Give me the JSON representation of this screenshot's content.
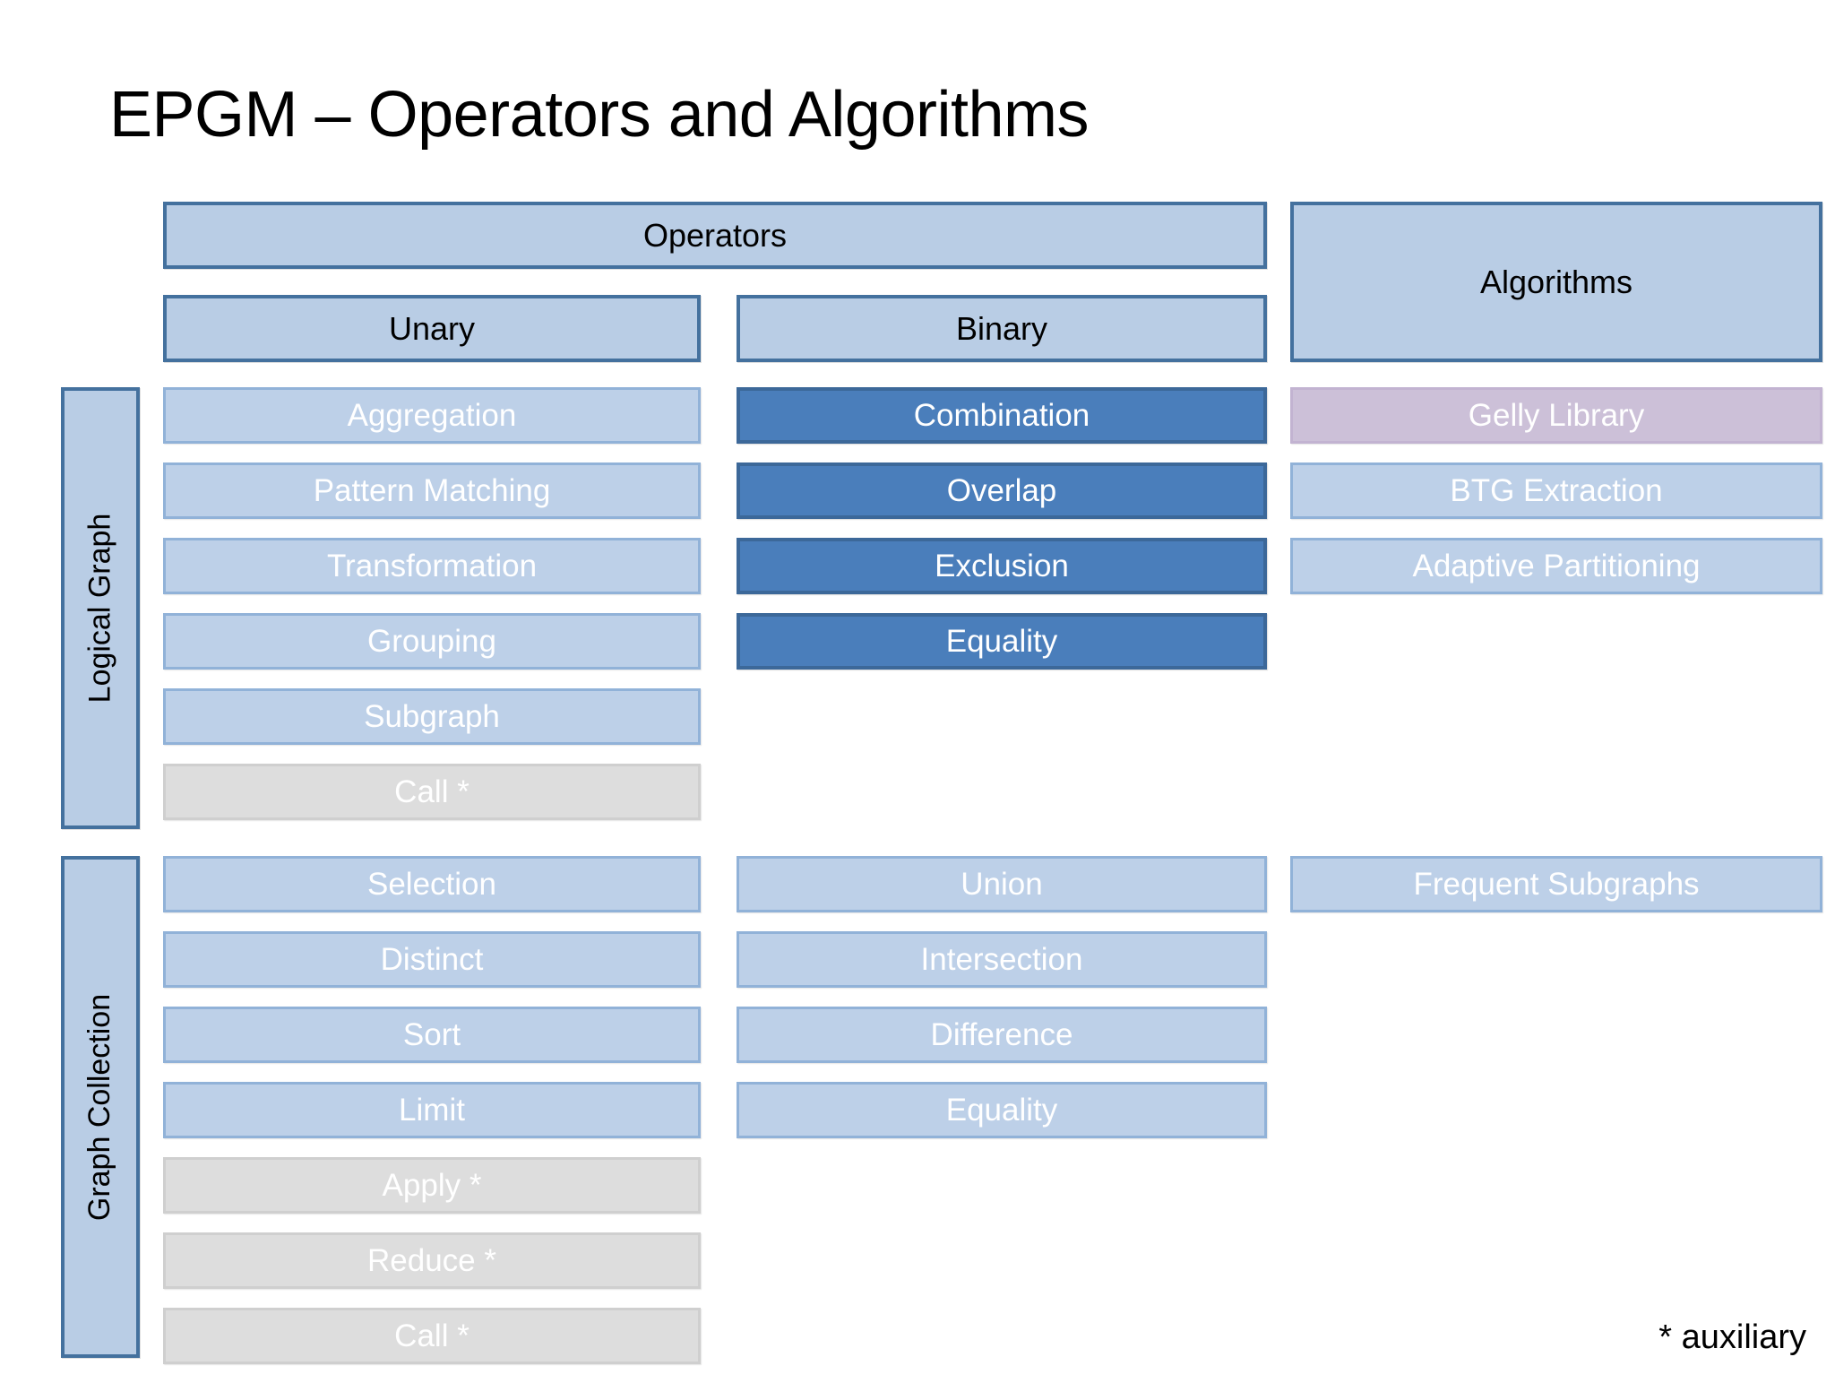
{
  "title": "EPGM – Operators and Algorithms",
  "footnote": "* auxiliary",
  "headers": {
    "operators": "Operators",
    "unary": "Unary",
    "binary": "Binary",
    "algorithms": "Algorithms"
  },
  "side_labels": {
    "logical_graph": "Logical Graph",
    "graph_collection": "Graph Collection"
  },
  "colors": {
    "header_fill": "#b9cde5",
    "header_border": "#44719e",
    "item_light_fill": "#bdd0e8",
    "item_light_border": "#91b2d8",
    "item_dark_fill": "#4a7ebb",
    "item_dark_border": "#3c6899",
    "item_gray_fill": "#dddddd",
    "item_gray_border": "#cfcfcf",
    "item_purple_fill": "#ccc0d8",
    "item_purple_border": "#c2b3d1",
    "text_on_fill": "#ffffff",
    "text_dark": "#000000",
    "background": "#ffffff"
  },
  "logical_graph": {
    "unary": [
      {
        "label": "Aggregation",
        "style": "light"
      },
      {
        "label": "Pattern Matching",
        "style": "light"
      },
      {
        "label": "Transformation",
        "style": "light"
      },
      {
        "label": "Grouping",
        "style": "light"
      },
      {
        "label": "Subgraph",
        "style": "light"
      },
      {
        "label": "Call *",
        "style": "gray"
      }
    ],
    "binary": [
      {
        "label": "Combination",
        "style": "dark"
      },
      {
        "label": "Overlap",
        "style": "dark"
      },
      {
        "label": "Exclusion",
        "style": "dark"
      },
      {
        "label": "Equality",
        "style": "dark"
      }
    ],
    "algorithms": [
      {
        "label": "Gelly Library",
        "style": "purple"
      },
      {
        "label": "BTG Extraction",
        "style": "light"
      },
      {
        "label": "Adaptive Partitioning",
        "style": "light"
      }
    ]
  },
  "graph_collection": {
    "unary": [
      {
        "label": "Selection",
        "style": "light"
      },
      {
        "label": "Distinct",
        "style": "light"
      },
      {
        "label": "Sort",
        "style": "light"
      },
      {
        "label": "Limit",
        "style": "light"
      },
      {
        "label": "Apply *",
        "style": "gray"
      },
      {
        "label": "Reduce *",
        "style": "gray"
      },
      {
        "label": "Call *",
        "style": "gray"
      }
    ],
    "binary": [
      {
        "label": "Union",
        "style": "light"
      },
      {
        "label": "Intersection",
        "style": "light"
      },
      {
        "label": "Difference",
        "style": "light"
      },
      {
        "label": "Equality",
        "style": "light"
      }
    ],
    "algorithms": [
      {
        "label": "Frequent Subgraphs",
        "style": "light"
      }
    ]
  }
}
